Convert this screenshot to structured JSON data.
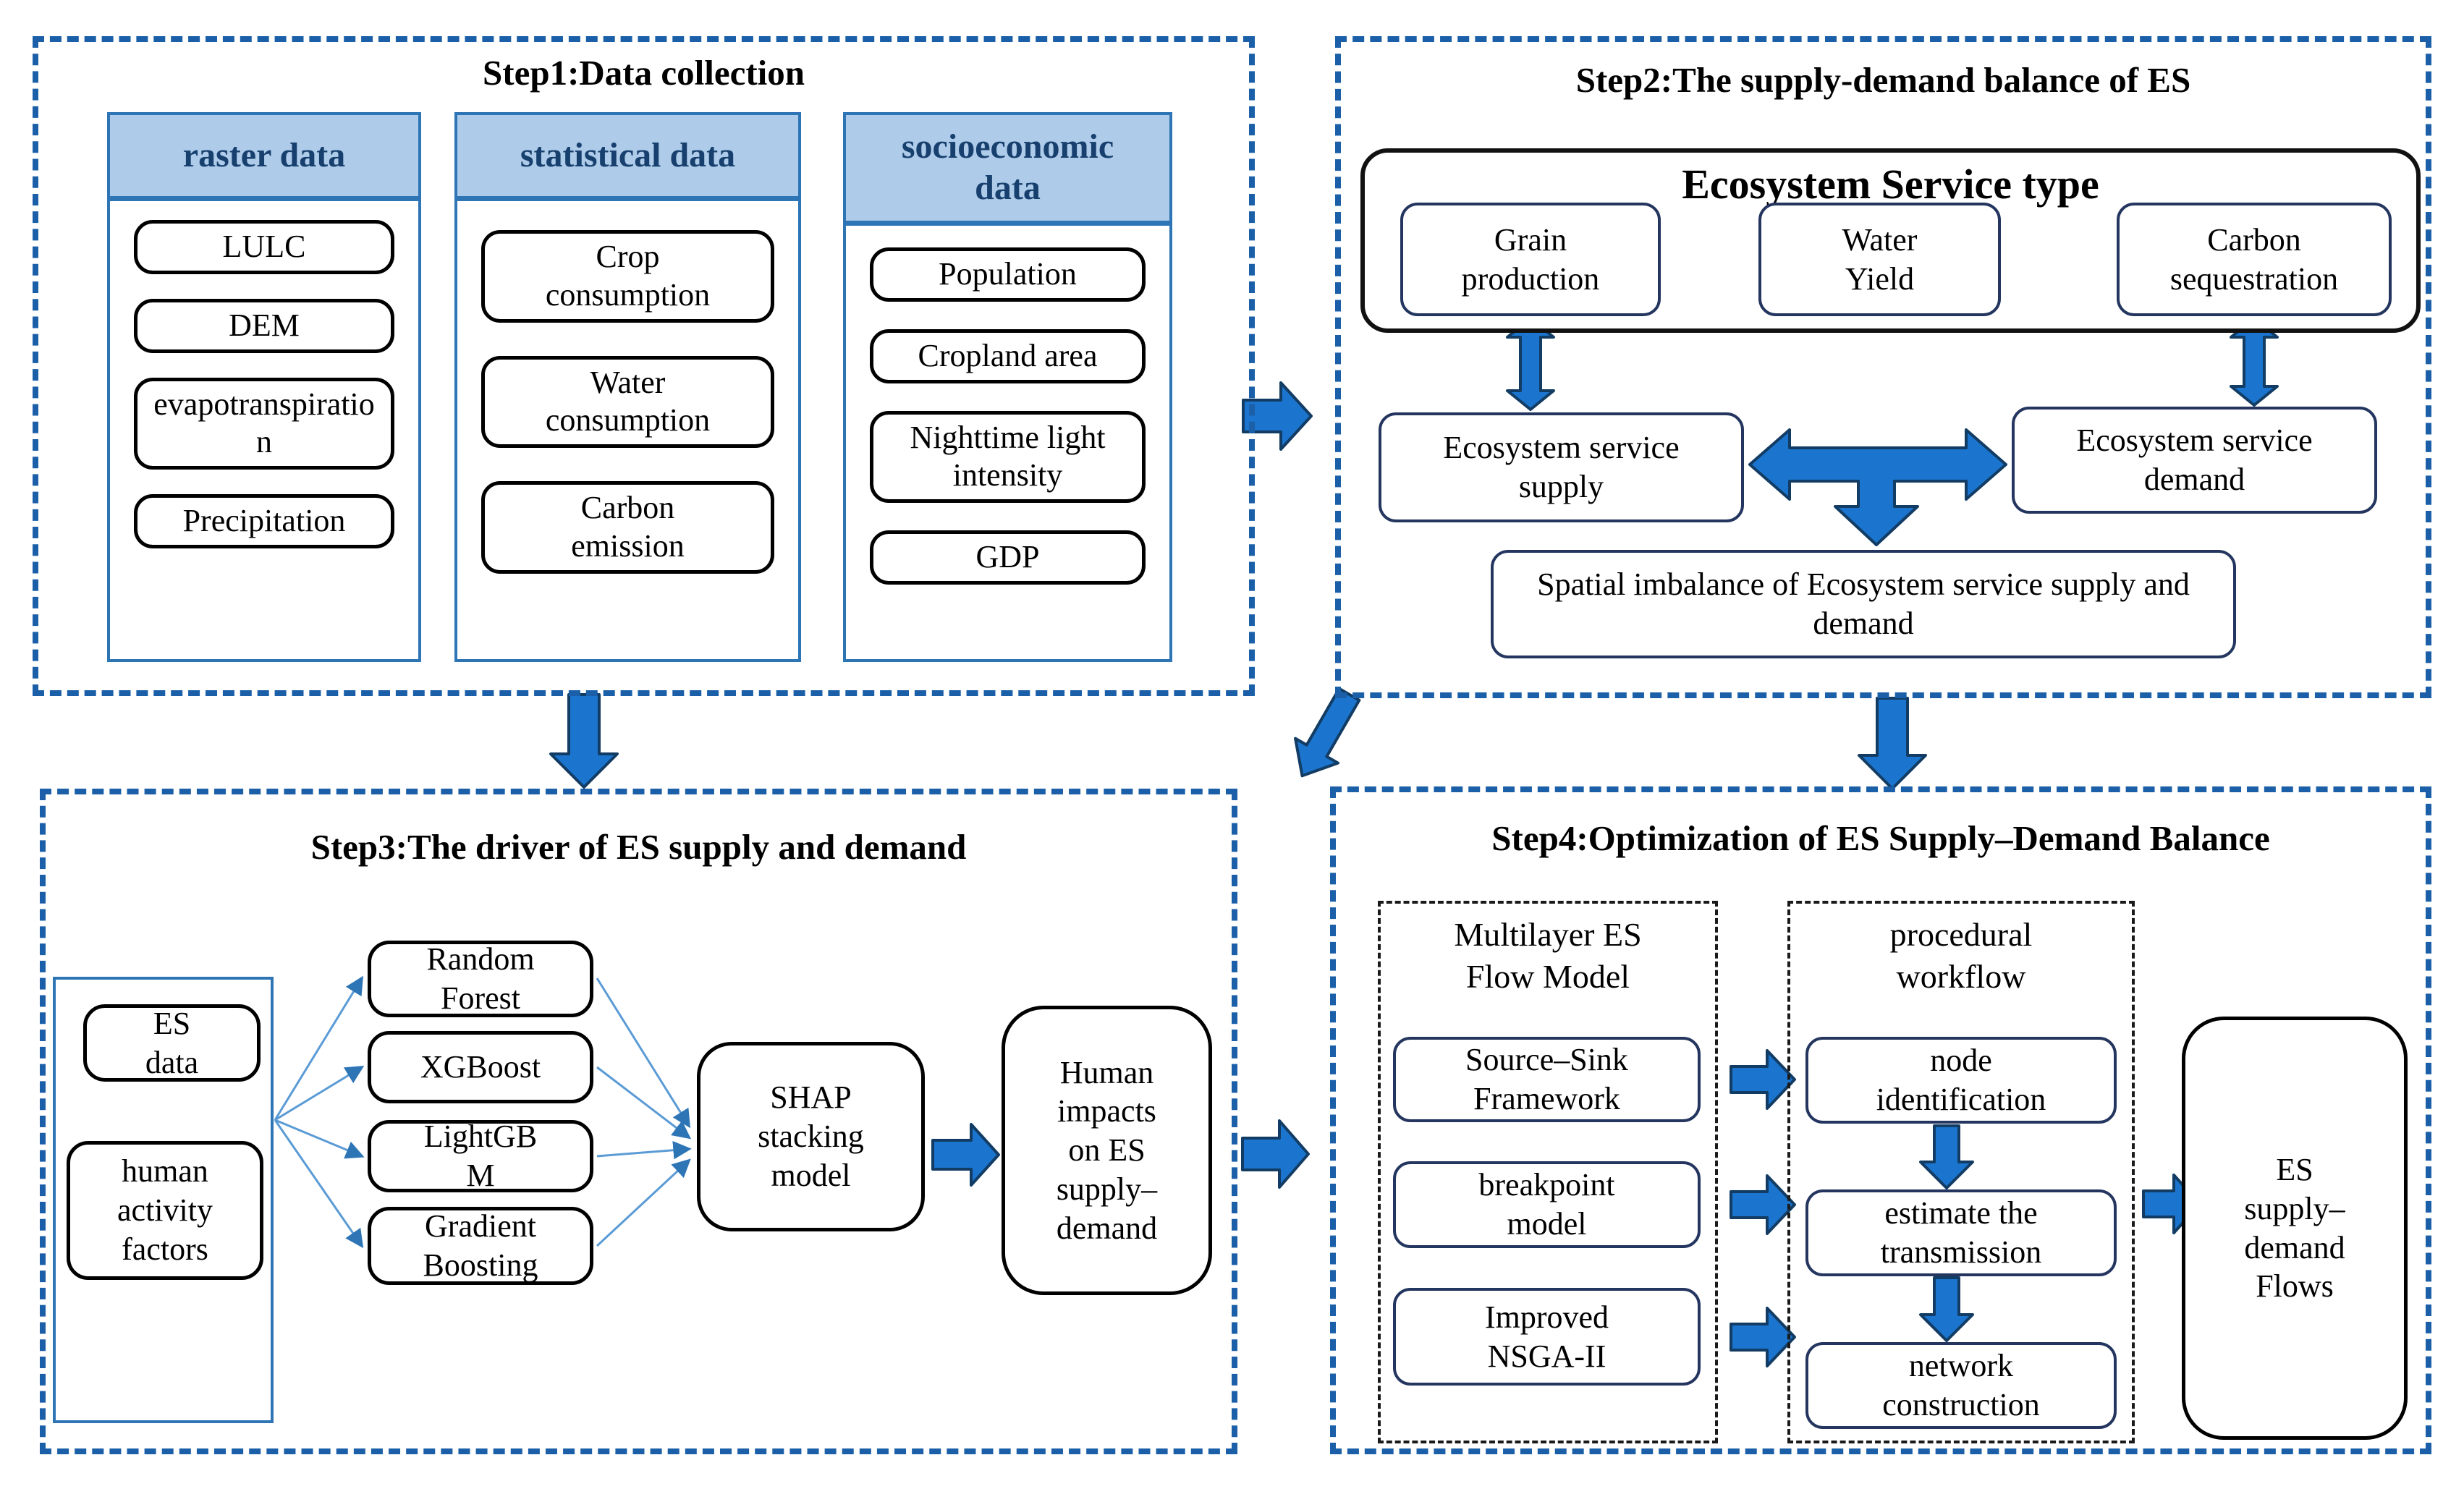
{
  "colors": {
    "panel_dash": "#1a5fa8",
    "column_border": "#2e75b6",
    "header_fill": "#aecbe9",
    "header_text": "#17406e",
    "navy_border": "#24365f",
    "arrow_fill": "#1b75cf",
    "arrow_outline": "#123c63",
    "fan_line": "#5b9bd5"
  },
  "step1": {
    "title": "Step1:Data collection",
    "columns": [
      {
        "header": "raster data",
        "items": [
          "LULC",
          "DEM",
          "evapotranspiration",
          "Precipitation"
        ]
      },
      {
        "header": "statistical data",
        "items": [
          "Crop consumption",
          "Water consumption",
          "Carbon emission"
        ]
      },
      {
        "header": "socioeconomic data",
        "items": [
          "Population",
          "Cropland area",
          "Nighttime light intensity",
          "GDP"
        ]
      }
    ]
  },
  "step2": {
    "title": "Step2:The supply-demand balance of ES",
    "service_type_heading": "Ecosystem Service type",
    "services": [
      "Grain production",
      "Water Yield",
      "Carbon sequestration"
    ],
    "supply": "Ecosystem service supply",
    "demand": "Ecosystem service demand",
    "imbalance": "Spatial imbalance of Ecosystem service supply and demand"
  },
  "step3": {
    "title": "Step3:The driver of ES supply and demand",
    "es_data": "ES data",
    "human_factors": "human activity factors",
    "models": [
      "Random Forest",
      "XGBoost",
      "LightGBM",
      "Gradient Boosting"
    ],
    "stacking_model": "SHAP stacking model",
    "outcome": "Human impacts on ES supply–demand"
  },
  "step4": {
    "title": "Step4:Optimization of ES Supply–Demand Balance",
    "flow_model": {
      "header": "Multilayer ES Flow Model",
      "items": [
        "Source–Sink Framework",
        "breakpoint model",
        "Improved NSGA-II"
      ]
    },
    "workflow": {
      "header": "procedural workflow",
      "items": [
        "node identification",
        "estimate the transmission",
        "network construction"
      ]
    },
    "output": "ES supply–demand Flows"
  }
}
